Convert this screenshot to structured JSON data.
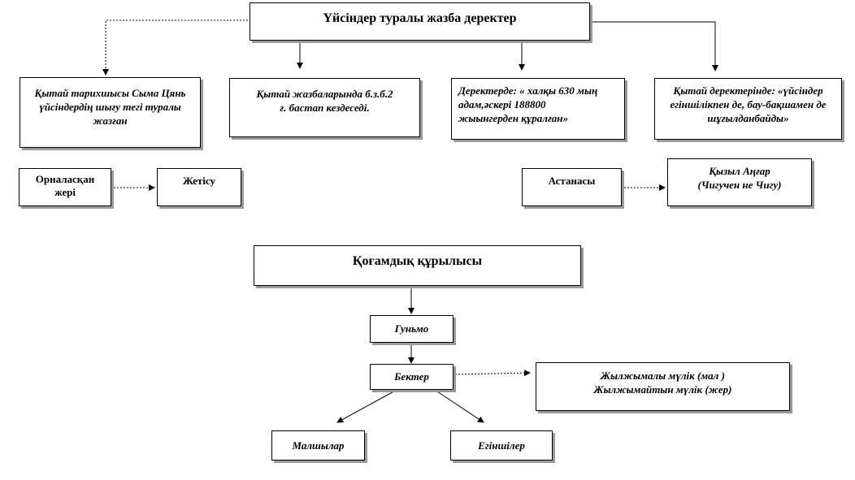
{
  "top": {
    "title": "Үйсіндер туралы жазба деректер",
    "sources": [
      "Қытай тарихшысы Сыма Цянь үйсіндердің шығу тегі туралы  жазған",
      "Қытай жазбаларында б.з.б.2 ғ. бастап кездеседі.",
      "Деректерде: « халқы 630 мың адам,әскері 188800 жыынгерден құралған»",
      "Қытай деректерінде: «үйсіндер егіншілікпен де, бау-бақшамен де шұғылданбайды»"
    ]
  },
  "location": {
    "label": "Орналасқан жері",
    "value": "Жетісу"
  },
  "capital": {
    "label": "Астанасы",
    "value_line1": "Қызыл Аңғар",
    "value_line2": "(Чигучен не Чигу)"
  },
  "structure": {
    "title": "Қоғамдық құрылысы",
    "ruler": "Гуньмо",
    "nobles": "Бектер",
    "property_line1": "Жылжымалы мүлік (мал )",
    "property_line2": "Жылжымайтын мүлік (жер)",
    "herders": "Малшылар",
    "farmers": "Егіншілер"
  }
}
